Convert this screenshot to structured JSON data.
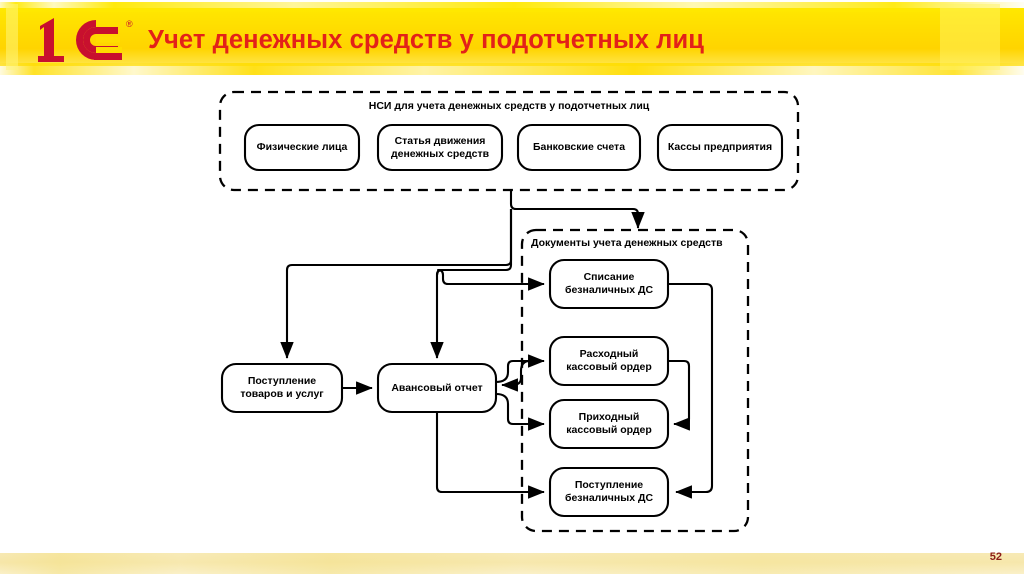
{
  "slide": {
    "title": "Учет денежных средств у подотчетных лиц",
    "page_number": "52",
    "logo_text": "1C",
    "logo_registered_mark": "®",
    "colors": {
      "banner_yellow": "#ffdd00",
      "title_red": "#e32119",
      "logo_red": "#c8102e",
      "footer_cream": "#f6e6a8",
      "page_number_red": "#8c1d18",
      "diagram_line": "#000000"
    }
  },
  "diagram": {
    "type": "flowchart",
    "groups": [
      {
        "id": "nsi-group",
        "caption": "НСИ для учета денежных средств у подотчетных лиц",
        "border": "dashed",
        "nodes": [
          {
            "id": "fiz-lica",
            "label": "Физические лица"
          },
          {
            "id": "statya-dvizheniya",
            "label": "Статья движения\nденежных средств"
          },
          {
            "id": "bank-scheta",
            "label": "Банковские счета"
          },
          {
            "id": "kassy",
            "label": "Кассы предприятия"
          }
        ]
      },
      {
        "id": "docs-group",
        "caption": "Документы учета денежных средств",
        "border": "dashed",
        "nodes": [
          {
            "id": "spisanie-bezn",
            "label": "Списание\nбезналичных ДС"
          },
          {
            "id": "rashodnyy-ko",
            "label": "Расходный\nкассовый ордер"
          },
          {
            "id": "prihodnyy-ko",
            "label": "Приходный\nкассовый ордер"
          },
          {
            "id": "postuplenie-bezn",
            "label": "Поступление\nбезналичных ДС"
          }
        ]
      }
    ],
    "standalone_nodes": [
      {
        "id": "postuplenie-tovarov",
        "label": "Поступление\nтоваров и услуг"
      },
      {
        "id": "avansovyy-otchet",
        "label": "Авансовый отчет"
      }
    ],
    "labels": {
      "nsi_caption": "НСИ для учета денежных средств у подотчетных лиц",
      "docs_caption": "Документы учета денежных средств",
      "fiz_lica": "Физические лица",
      "statya_line1": "Статья движения",
      "statya_line2": "денежных средств",
      "bank_scheta": "Банковские счета",
      "kassy": "Кассы предприятия",
      "spisanie_line1": "Списание",
      "spisanie_line2": "безналичных ДС",
      "rashodnyy_line1": "Расходный",
      "rashodnyy_line2": "кассовый ордер",
      "prihodnyy_line1": "Приходный",
      "prihodnyy_line2": "кассовый ордер",
      "postuplenie_bezn_line1": "Поступление",
      "postuplenie_bezn_line2": "безналичных ДС",
      "postuplenie_tov_line1": "Поступление",
      "postuplenie_tov_line2": "товаров и услуг",
      "avansovyy": "Авансовый отчет"
    },
    "edges": [
      {
        "from": "nsi-group",
        "to": "docs-group"
      },
      {
        "from": "nsi-group",
        "to": "postuplenie-tovarov"
      },
      {
        "from": "nsi-group",
        "to": "avansovyy-otchet"
      },
      {
        "from": "nsi-group",
        "to": "spisanie-bezn"
      },
      {
        "from": "postuplenie-tovarov",
        "to": "avansovyy-otchet"
      },
      {
        "from": "avansovyy-otchet",
        "to": "rashodnyy-ko"
      },
      {
        "from": "avansovyy-otchet",
        "to": "prihodnyy-ko"
      },
      {
        "from": "avansovyy-otchet",
        "to": "postuplenie-bezn"
      },
      {
        "from": "rashodnyy-ko",
        "to": "avansovyy-otchet"
      },
      {
        "from": "rashodnyy-ko",
        "to": "prihodnyy-ko"
      },
      {
        "from": "spisanie-bezn",
        "to": "postuplenie-bezn"
      }
    ]
  }
}
